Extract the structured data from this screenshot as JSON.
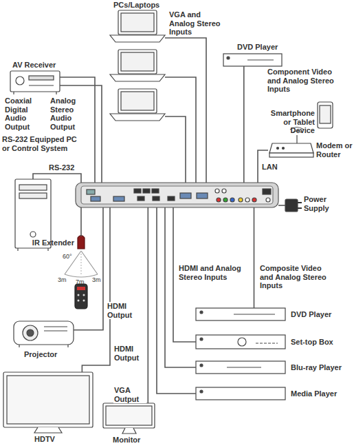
{
  "diagram": {
    "nodes": [
      {
        "text": [
          "AV Receiver"
        ]
      },
      {
        "text": [
          "RS-232 Equipped PC or Control System"
        ]
      },
      {
        "text": []
      },
      {
        "text": [
          "IR Extender"
        ]
      },
      {
        "text": [
          "Projector"
        ]
      },
      {
        "text": [
          "HDTV"
        ]
      },
      {
        "text": [
          "Monitor"
        ]
      },
      {
        "text": [
          "DVD Player"
        ]
      },
      {
        "text": [
          "Smartphone or Tablet Device"
        ]
      },
      {
        "text": [
          "Modem or Router"
        ]
      },
      {
        "text": [
          "Power Supply"
        ]
      },
      {
        "text": [
          "DVD Player"
        ]
      },
      {
        "text": [
          "Set-top Box"
        ]
      },
      {
        "text": [
          "Blu-ray Player"
        ]
      },
      {
        "text": [
          "Media Player"
        ]
      }
    ],
    "edges": [
      {
        "from": 0,
        "to": 2,
        "label": "Coaxial Digital Audio Output",
        "arrow": "none"
      },
      {
        "from": 0,
        "to": 2,
        "label": "Analog Stereo Audio Output",
        "arrow": "none"
      },
      {
        "from": 1,
        "to": 2,
        "label": "RS-232",
        "arrow": "none"
      },
      {
        "from": 3,
        "to": 2,
        "arrow": "none"
      },
      {
        "from": 4,
        "to": 2,
        "label": "HDMI Output",
        "arrow": "none"
      },
      {
        "from": 5,
        "to": 2,
        "label": "HDMI Output",
        "arrow": "none"
      },
      {
        "from": 6,
        "to": 2,
        "label": "VGA Output",
        "arrow": "none"
      },
      {
        "from": 7,
        "to": 2,
        "label": "Component Video and Analog Stereo Inputs",
        "arrow": "none"
      },
      {
        "from": 9,
        "to": 2,
        "label": "LAN",
        "arrow": "none"
      },
      {
        "from": 10,
        "to": 2,
        "arrow": "none"
      },
      {
        "from": 11,
        "to": 2,
        "label": "Composite Video and Analog Stereo Inputs",
        "arrow": "none"
      },
      {
        "from": 12,
        "to": 2,
        "arrow": "none"
      },
      {
        "from": 13,
        "to": 2,
        "arrow": "none"
      },
      {
        "from": 14,
        "to": 2,
        "arrow": "none"
      }
    ],
    "labels": [
      "PCs/Laptops",
      "VGA and Analog Stereo Inputs",
      "60°",
      "3m",
      "7m",
      "3m",
      "HDMI and Analog Stereo Inputs"
    ]
  }
}
